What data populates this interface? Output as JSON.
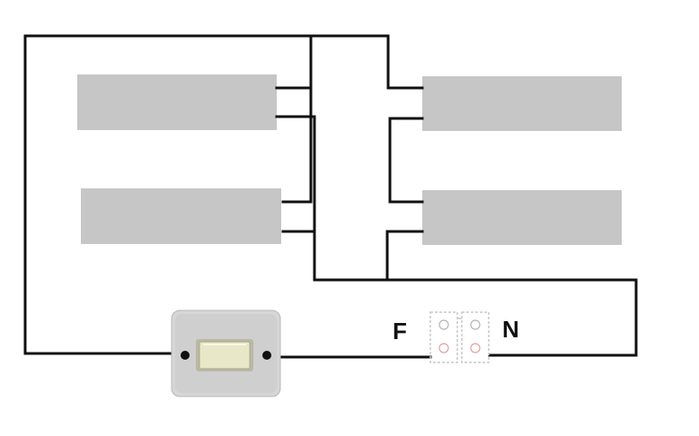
{
  "diagram": {
    "labels": {
      "phase": "F",
      "neutral": "N"
    },
    "components": {
      "lamps": [
        "fluorescent-tube",
        "fluorescent-tube",
        "fluorescent-tube",
        "fluorescent-tube"
      ],
      "switch": "rocker-switch",
      "terminal": "terminal-block"
    },
    "colors": {
      "wire": "#111111",
      "tube": "#c6c6c6",
      "switch_plate": "#cfcfcf",
      "rocker": "#e8e8c8"
    }
  }
}
